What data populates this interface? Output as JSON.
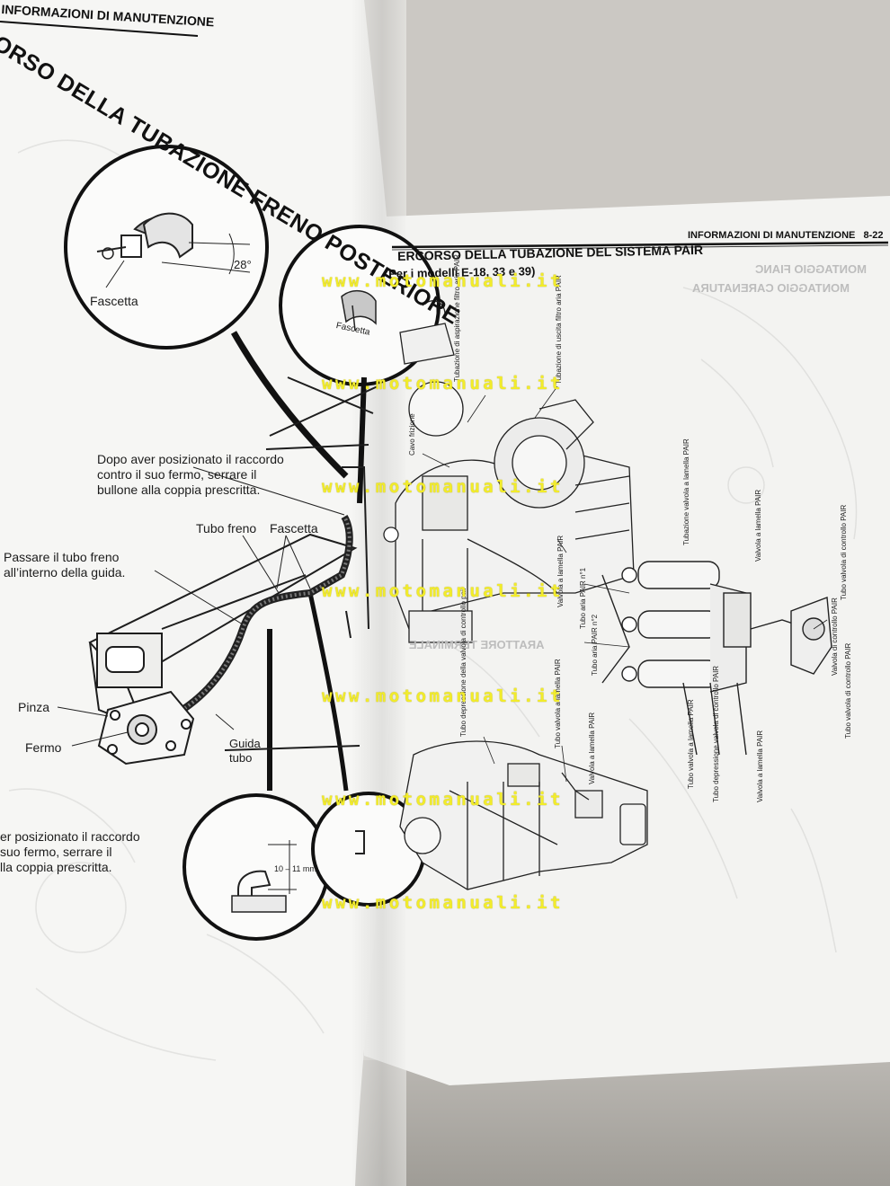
{
  "left_page": {
    "running_head": "INFORMAZIONI DI MANUTENZIONE",
    "title": "ORSO DELLA TUBAZIONE FRENO POSTERIORE",
    "labels": {
      "fascetta_top": "Fascetta",
      "angle": "28°",
      "fascetta_circle2": "Fascetta",
      "tightening_note": "Dopo aver posizionato il raccordo\ncontro il suo fermo, serrare il\nbullone alla coppia prescritta.",
      "tubo_freno": "Tubo freno",
      "fascetta_mid": "Fascetta",
      "guide_note": "Passare il tubo freno\nall’interno della guida.",
      "pinza": "Pinza",
      "fermo": "Fermo",
      "guida_tubo": "Guida\ntubo",
      "bottom_note": "er posizionato il raccordo\nsuo fermo, serrare il\nlla coppia prescritta.",
      "measure": "10 – 11 mm"
    }
  },
  "right_page": {
    "running_head": "INFORMAZIONI DI MANUTENZIONE",
    "page_number": "8-22",
    "title": "ERCORSO DELLA TUBAZIONE DEL SISTEMA PAIR",
    "subtitle": "Per i modelli E-18, 33 e 39)",
    "ghost_1": "MONTAGGIO FIANC",
    "ghost_2": "MONTAGGIO CARENATURA",
    "ghost_3": "ARATTORE TERMINALE",
    "labels": {
      "tubazione_aspirazione": "Tubazione di\naspirazione\nfiltro aria PAIR",
      "tubazione_uscita": "Tubazione di uscita\nfiltro aria PAIR",
      "cavo_frizione": "Cavo frizione",
      "valvola_lamella_1": "Valvola a\nlamella PAIR",
      "tubo_aria_1": "Tubo aria\nPAIR n°1",
      "tubo_aria_2": "Tubo aria\nPAIR n°2",
      "tubazione_valvola_lamella": "Tubazione valvola\na lamella PAIR",
      "valvola_lamella_pair": "Valvola a lamella PAIR",
      "tubo_valvola_controllo_a": "Tubo valvola di\ncontrollo PAIR",
      "valvola_controllo": "Valvola di\ncontrollo PAIR",
      "tubo_valvola_controllo_b": "Tubo valvola di\ncontrollo PAIR",
      "tubo_depressione_1": "Tubo depressione\ndella valvola di\ncontrollo pair",
      "tubo_valvola_lamella": "Tubo valvola\na lamella PAIR",
      "valvola_lamella_2": "Valvola a\nlamella PAIR",
      "tubo_valvola_lamella_b": "Tubo valvola\na lamella PAIR",
      "tubo_depressione_2": "Tubo depressione\nvalvola di controllo PAIR",
      "valvola_lamella_3": "Valvola a lamella PAIR"
    }
  },
  "watermark": "www.motomanuali.it"
}
